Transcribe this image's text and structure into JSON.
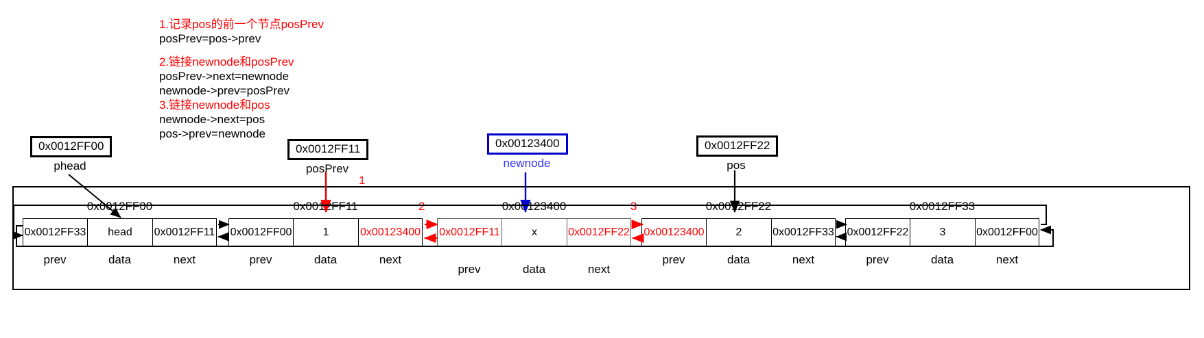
{
  "steps": [
    {
      "title": "1.记录pos的前一个节点posPrev",
      "lines": [
        "posPrev=pos->prev"
      ]
    },
    {
      "title": "2.链接newnode和posPrev",
      "lines": [
        "posPrev->next=newnode",
        "newnode->prev=posPrev"
      ]
    },
    {
      "title": "3.链接newnode和pos",
      "lines": [
        "newnode->next=pos",
        "pos->prev=newnode"
      ]
    }
  ],
  "pointers": [
    {
      "address": "0x0012FF00",
      "name": "phead",
      "color": "#000000"
    },
    {
      "address": "0x0012FF11",
      "name": "posPrev",
      "color": "#000000"
    },
    {
      "address": "0x00123400",
      "name": "newnode",
      "color": "#0000cc"
    },
    {
      "address": "0x0012FF22",
      "name": "pos",
      "color": "#000000"
    }
  ],
  "field_labels": [
    "prev",
    "data",
    "next"
  ],
  "nodes": [
    {
      "address": "0x0012FF00",
      "cells": [
        {
          "text": "0x0012FF33",
          "color": "black"
        },
        {
          "text": "head",
          "color": "black"
        },
        {
          "text": "0x0012FF11",
          "color": "black"
        }
      ],
      "border": "black"
    },
    {
      "address": "0x0012FF11",
      "cells": [
        {
          "text": "0x0012FF00",
          "color": "black"
        },
        {
          "text": "1",
          "color": "black"
        },
        {
          "text": "0x00123400",
          "color": "red"
        }
      ],
      "border": "black"
    },
    {
      "address": "0x00123400",
      "cells": [
        {
          "text": "0x0012FF11",
          "color": "red"
        },
        {
          "text": "x",
          "color": "black"
        },
        {
          "text": "0x0012FF22",
          "color": "red"
        }
      ],
      "border": "gray"
    },
    {
      "address": "0x0012FF22",
      "cells": [
        {
          "text": "0x00123400",
          "color": "red"
        },
        {
          "text": "2",
          "color": "black"
        },
        {
          "text": "0x0012FF33",
          "color": "black"
        }
      ],
      "border": "black"
    },
    {
      "address": "0x0012FF33",
      "cells": [
        {
          "text": "0x0012FF22",
          "color": "black"
        },
        {
          "text": "3",
          "color": "black"
        },
        {
          "text": "0x0012FF00",
          "color": "black"
        }
      ],
      "border": "black"
    }
  ],
  "link_numbers": [
    "1",
    "2",
    "3"
  ],
  "colors": {
    "red": "#ff0000",
    "blue": "#0000cc",
    "blue_text": "#3333ff",
    "black": "#000000",
    "gray": "#555555"
  }
}
